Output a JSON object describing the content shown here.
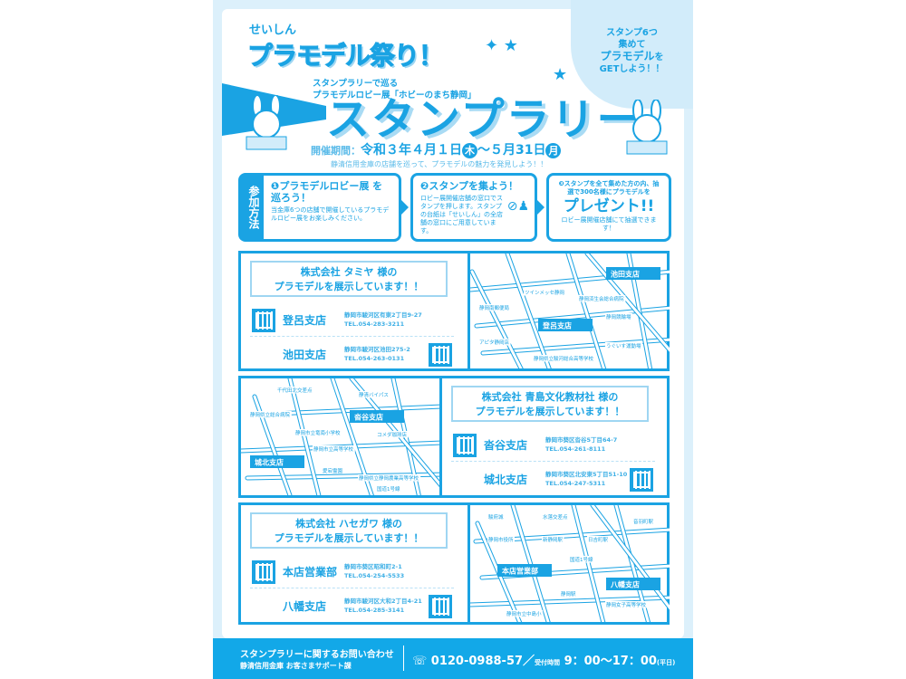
{
  "header": {
    "brand": "せいしん",
    "title": "プラモデル祭り！",
    "subtitle_1": "スタンプラリーで巡る",
    "subtitle_2": "プラモデルロビー展「ホビーのまち静岡」",
    "main_title": "スタンプラリー",
    "period_label": "開催期間：",
    "period_start": "令和３年４月１日",
    "day_start": "木",
    "period_sep": "〜",
    "period_end": "５月31日",
    "day_end": "月",
    "tagline": "静清信用金庫の店舗を巡って、プラモデルの魅力を発見しよう！！",
    "bubble": {
      "line1": "スタンプ6つ",
      "line2": "集めて",
      "line3": "プラモデル",
      "line3b": "を",
      "line4": "GETしよう！！"
    }
  },
  "steps": {
    "label": "参加方法",
    "items": [
      {
        "title": "❶プラモデルロビー展 を巡ろう！",
        "body": "当金庫6つの店舗で開催しているプラモデルロビー展をお楽しみください。"
      },
      {
        "title": "❷スタンプを集よう！",
        "body": "ロビー展開催店舗の窓口でスタンプを押します。スタンプの台紙は「せいしん」の全店舗の窓口にご用意しています。"
      },
      {
        "title": "❸スタンプを全て集めた方の内、抽選で300名様にプラモデルを",
        "big": "プレゼント!!",
        "body": "ロビー展開催店舗にて抽選できます！"
      }
    ]
  },
  "sections": [
    {
      "head1": "株式会社 タミヤ 様の",
      "head2": "プラモデルを展示しています！！",
      "stores": [
        {
          "name": "登呂支店",
          "addr": "静岡市駿河区有東2丁目9-27",
          "tel": "TEL.054-283-3211"
        },
        {
          "name": "池田支店",
          "addr": "静岡市駿河区池田275-2",
          "tel": "TEL.054-263-0131"
        }
      ],
      "map": {
        "pins": [
          "池田支店",
          "登呂支店"
        ],
        "labels": [
          "ツインメッセ静岡",
          "静岡済生会総合病院",
          "静岡南郵便局",
          "アピタ静岡店",
          "静岡県立駿河総合高等学校",
          "静岡競輪場",
          "うぐいす運動場"
        ]
      }
    },
    {
      "head1": "株式会社 青島文化教材社 様の",
      "head2": "プラモデルを展示しています！！",
      "stores": [
        {
          "name": "沓谷支店",
          "addr": "静岡市葵区沓谷5丁目64-7",
          "tel": "TEL.054-261-8111"
        },
        {
          "name": "城北支店",
          "addr": "静岡市葵区北安東5丁目51-10",
          "tel": "TEL.054-247-5311"
        }
      ],
      "map": {
        "pins": [
          "沓谷支店",
          "城北支店"
        ],
        "labels": [
          "千代田北交差点",
          "静清バイパス",
          "静岡県立総合病院",
          "静岡市立竜南小学校",
          "静岡市立高等学校",
          "コメダ珈琲店",
          "静岡県立静岡農業高等学校",
          "愛宕霊園",
          "国道1号線"
        ]
      }
    },
    {
      "head1": "株式会社 ハセガワ 様の",
      "head2": "プラモデルを展示しています！！",
      "stores": [
        {
          "name": "本店営業部",
          "addr": "静岡市葵区昭和町2-1",
          "tel": "TEL.054-254-5533"
        },
        {
          "name": "八幡支店",
          "addr": "静岡市駿河区大和2丁目4-21",
          "tel": "TEL.054-285-3141"
        }
      ],
      "map": {
        "pins": [
          "本店営業部",
          "八幡支店"
        ],
        "labels": [
          "駿府城",
          "水落交差点",
          "静岡市役所",
          "新静岡駅",
          "日吉町駅",
          "音羽町駅",
          "静岡駅",
          "国道1号線",
          "静岡女子高等学校",
          "静岡市立中島小"
        ]
      }
    }
  ],
  "footer": {
    "line1": "スタンプラリーに関するお問い合わせ",
    "line2": "静清信用金庫 お客さまサポート課",
    "phone": "0120-0988-57",
    "slash": "／",
    "hours_label": "受付時間",
    "hours": "9：00〜17：00",
    "hours_note": "(平日)"
  },
  "colors": {
    "accent": "#1aa3e3",
    "light": "#dcf0fb"
  }
}
